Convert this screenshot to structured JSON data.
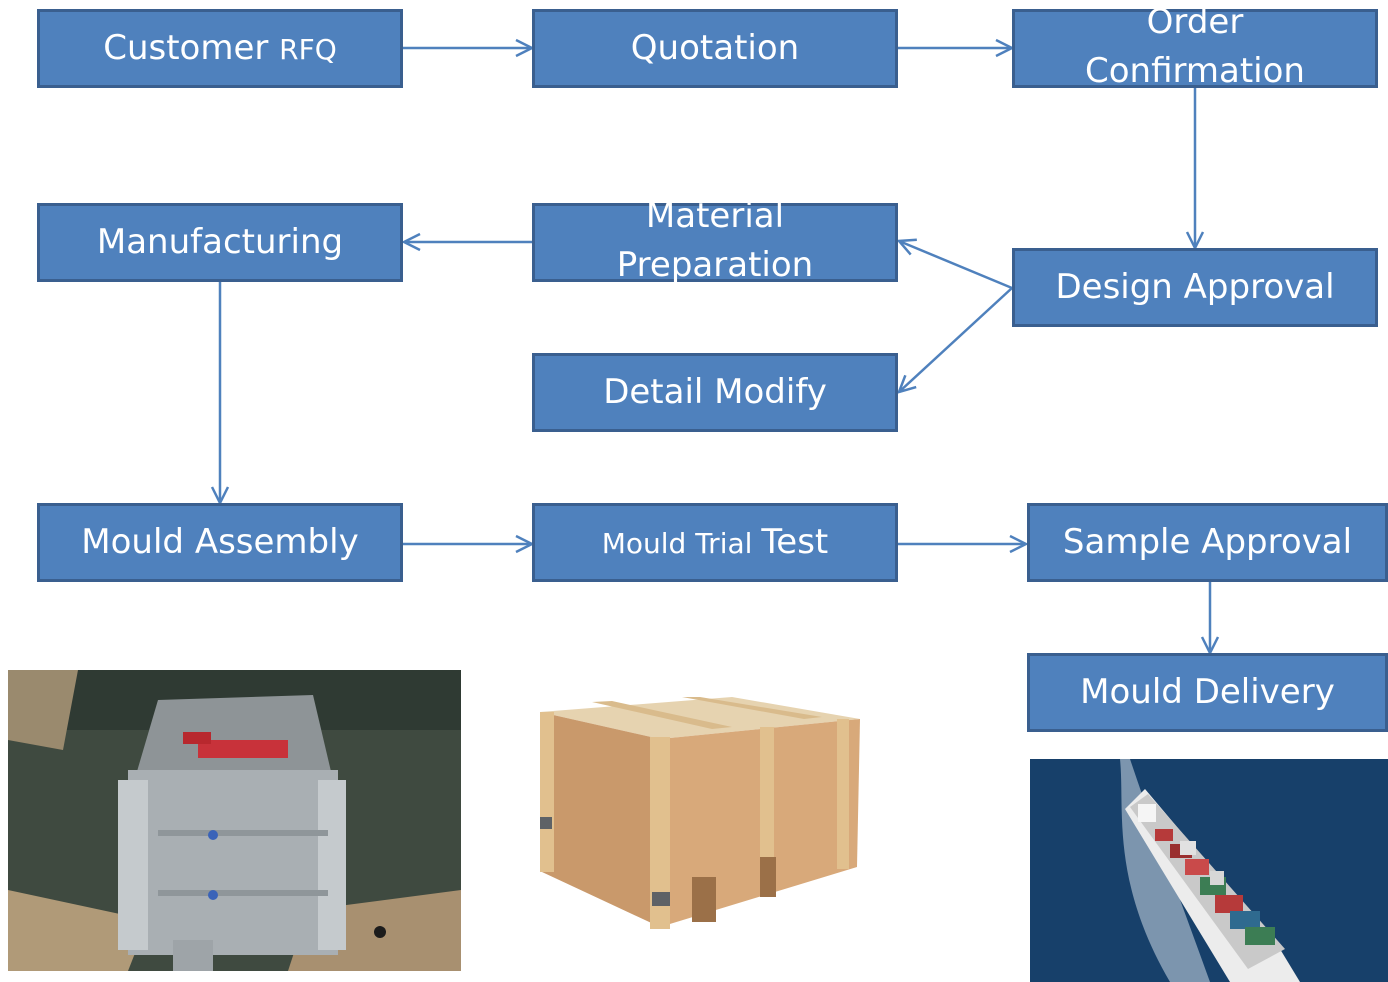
{
  "steps": {
    "customer_rfq": {
      "main": "Customer ",
      "suffix": "RFQ"
    },
    "quotation": "Quotation",
    "order_confirmation": {
      "line1": "Order",
      "line2": "Confirmation"
    },
    "manufacturing": "Manufacturing",
    "material_preparation": {
      "line1": "Material",
      "line2": "Preparation"
    },
    "design_approval": "Design Approval",
    "detail_modify": "Detail Modify",
    "mould_assembly": "Mould Assembly",
    "mould_trial_test": {
      "prefix": "Mould Trial ",
      "main": "Test"
    },
    "sample_approval": "Sample Approval",
    "mould_delivery": "Mould Delivery"
  },
  "colors": {
    "box_fill": "#4f81bd",
    "box_border": "#3a5f8f",
    "arrow": "#4f81bd",
    "text": "#ffffff"
  },
  "photos": [
    "steel-mould-photo",
    "wooden-crate-photo",
    "cargo-ship-photo"
  ]
}
